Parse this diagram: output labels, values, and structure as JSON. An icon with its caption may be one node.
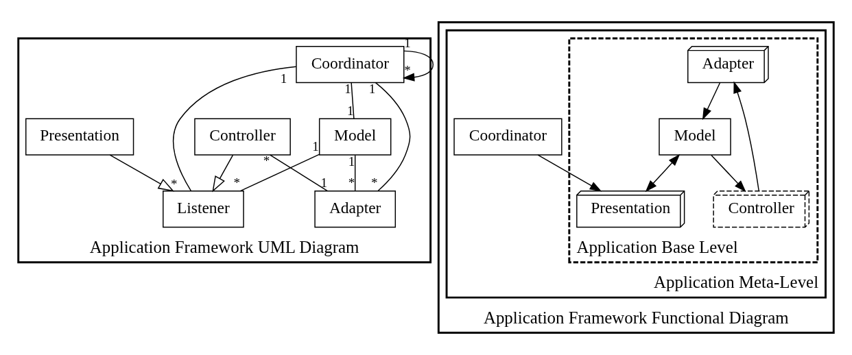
{
  "diagram": {
    "nodes": [
      {
        "text": [
          "Application Framework UML Diagram"
        ]
      },
      {
        "text": [
          "Coordinator"
        ],
        "in": 0
      },
      {
        "text": [
          "Model"
        ],
        "in": 0
      },
      {
        "text": [
          "Listener"
        ],
        "in": 0
      },
      {
        "text": [
          "Presentation"
        ],
        "in": 0
      },
      {
        "text": [
          "Controller"
        ],
        "in": 0
      },
      {
        "text": [
          "Adapter"
        ],
        "in": 0
      },
      {
        "text": [
          "Application Framework Functional Diagram"
        ]
      },
      {
        "text": [
          "Application Meta-Level"
        ],
        "in": 7
      },
      {
        "text": [
          "Application Base Level"
        ],
        "in": 8
      },
      {
        "text": [
          "Adapter"
        ],
        "in": 9
      },
      {
        "text": [
          "Model"
        ],
        "in": 9
      },
      {
        "text": [
          "Controller"
        ],
        "in": 9
      },
      {
        "text": [
          "Presentation"
        ],
        "in": 9
      },
      {
        "text": [
          "Coordinator"
        ],
        "in": 8
      }
    ],
    "edges": [
      {
        "from": 1,
        "to": 2,
        "arrow": "none"
      },
      {
        "from": 1,
        "to": 3,
        "arrow": "none"
      },
      {
        "from": 1,
        "to": 1,
        "arrow": "to"
      },
      {
        "from": 2,
        "to": 3,
        "arrow": "none"
      },
      {
        "from": 4,
        "to": 3,
        "arrow": "to"
      },
      {
        "from": 5,
        "to": 3,
        "arrow": "to"
      },
      {
        "from": 5,
        "to": 6,
        "arrow": "none"
      },
      {
        "from": 2,
        "to": 6,
        "arrow": "none"
      },
      {
        "from": 6,
        "to": 1,
        "arrow": "none"
      },
      {
        "from": 10,
        "to": 11,
        "arrow": "to"
      },
      {
        "from": 12,
        "to": 10,
        "arrow": "to"
      },
      {
        "from": 11,
        "to": 12,
        "arrow": "to"
      },
      {
        "from": 11,
        "to": 13,
        "arrow": "both"
      },
      {
        "from": 14,
        "to": 13,
        "arrow": "to"
      }
    ],
    "labels": [
      "1",
      "1",
      "1",
      "1",
      "*",
      "1",
      "*",
      "1",
      "*",
      "1",
      "*",
      "1",
      "*",
      "*"
    ]
  }
}
